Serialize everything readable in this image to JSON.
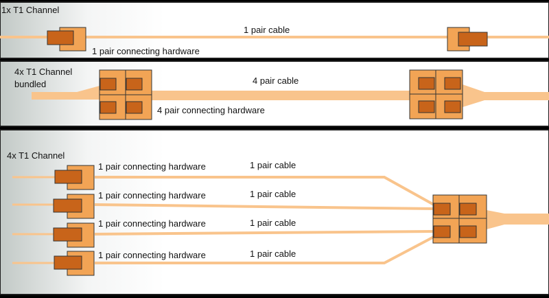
{
  "colors": {
    "cable": "#f9c48c",
    "connector_outer": "#f2a455",
    "connector_inner": "#c8641a",
    "border": "#1a1a1a",
    "panel_light": "#ffffff",
    "panel_shade": "#c9cfcc"
  },
  "panels": {
    "p1": {
      "title": "1x T1 Channel",
      "cable_label": "1 pair cable",
      "hardware_label": "1 pair connecting hardware"
    },
    "p2": {
      "title_line1": "4x T1 Channel",
      "title_line2": "bundled",
      "cable_label": "4 pair cable",
      "hardware_label": "4 pair connecting hardware"
    },
    "p3": {
      "title": "4x T1 Channel",
      "rows": [
        {
          "hardware_label": "1 pair connecting hardware",
          "cable_label": "1 pair cable"
        },
        {
          "hardware_label": "1 pair connecting hardware",
          "cable_label": "1 pair cable"
        },
        {
          "hardware_label": "1 pair connecting hardware",
          "cable_label": "1 pair cable"
        },
        {
          "hardware_label": "1 pair connecting hardware",
          "cable_label": "1 pair cable"
        }
      ]
    }
  }
}
